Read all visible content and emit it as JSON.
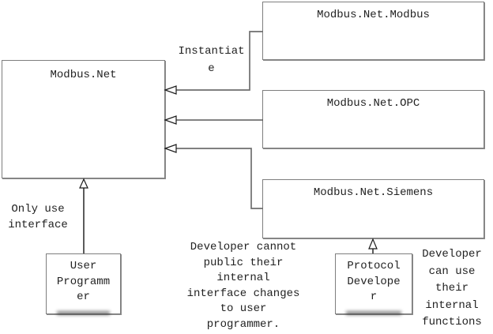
{
  "diagram": {
    "nodes": {
      "main": {
        "label": "Modbus.Net"
      },
      "modbus": {
        "label": "Modbus.Net.Modbus"
      },
      "opc": {
        "label": "Modbus.Net.OPC"
      },
      "siemens": {
        "label": "Modbus.Net.Siemens"
      },
      "user_programmer": {
        "label": "User Programmer"
      },
      "protocol_developer": {
        "label": "Protocol Developer"
      }
    },
    "annotations": {
      "instantiate": {
        "text": "Instantiate"
      },
      "only_use_interface": {
        "text": "Only use interface"
      },
      "developer_cannot": {
        "text": "Developer cannot public their internal interface changes to user programmer."
      },
      "developer_can": {
        "text": "Developer can use their internal functions"
      }
    },
    "edges": [
      {
        "from": "Modbus.Net.Modbus",
        "to": "Modbus.Net",
        "arrowhead": "hollow-triangle",
        "label": "Instantiate"
      },
      {
        "from": "Modbus.Net.OPC",
        "to": "Modbus.Net",
        "arrowhead": "hollow-triangle",
        "label": ""
      },
      {
        "from": "Modbus.Net.Siemens",
        "to": "Modbus.Net",
        "arrowhead": "hollow-triangle",
        "label": ""
      },
      {
        "from": "User Programmer",
        "to": "Modbus.Net",
        "arrowhead": "hollow-triangle",
        "label": "Only use interface"
      },
      {
        "from": "Protocol Developer",
        "to": "Modbus.Net.Siemens",
        "arrowhead": "hollow-triangle",
        "label": "Developer can use their internal functions"
      }
    ],
    "colors": {
      "background": "#ffffff",
      "box_border": "#7e7e7e",
      "line_gray": "#6f6f6f",
      "line_dark": "#3f3f3f",
      "arrowhead_outline": "#1c1c1c",
      "arrowhead_fill": "#ffffff",
      "text": "#222222"
    }
  }
}
